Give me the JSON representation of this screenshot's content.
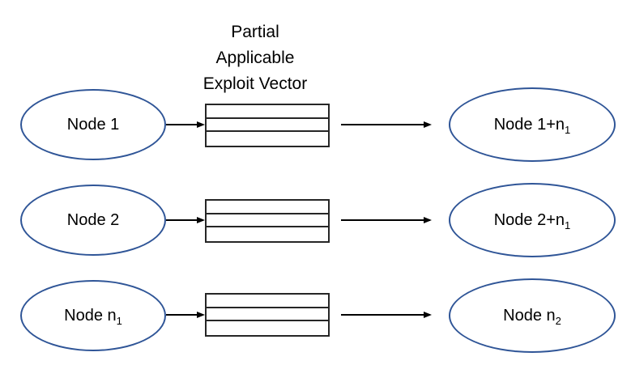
{
  "colors": {
    "background": "#ffffff",
    "text": "#000000",
    "ellipse_stroke": "#2f5597",
    "rect_stroke": "#262626",
    "line": "#000000"
  },
  "title": {
    "line1": "Partial",
    "line2": "Applicable",
    "line3": "Exploit Vector"
  },
  "exploit_vector": {
    "segments": 3
  },
  "rows": [
    {
      "source": {
        "base": "Node 1",
        "sub": ""
      },
      "target": {
        "base": "Node 1+n",
        "sub": "1"
      }
    },
    {
      "source": {
        "base": "Node 2",
        "sub": ""
      },
      "target": {
        "base": "Node 2+n",
        "sub": "1"
      }
    },
    {
      "source": {
        "base": "Node n",
        "sub": "1"
      },
      "target": {
        "base": "Node n",
        "sub": "2"
      }
    }
  ]
}
